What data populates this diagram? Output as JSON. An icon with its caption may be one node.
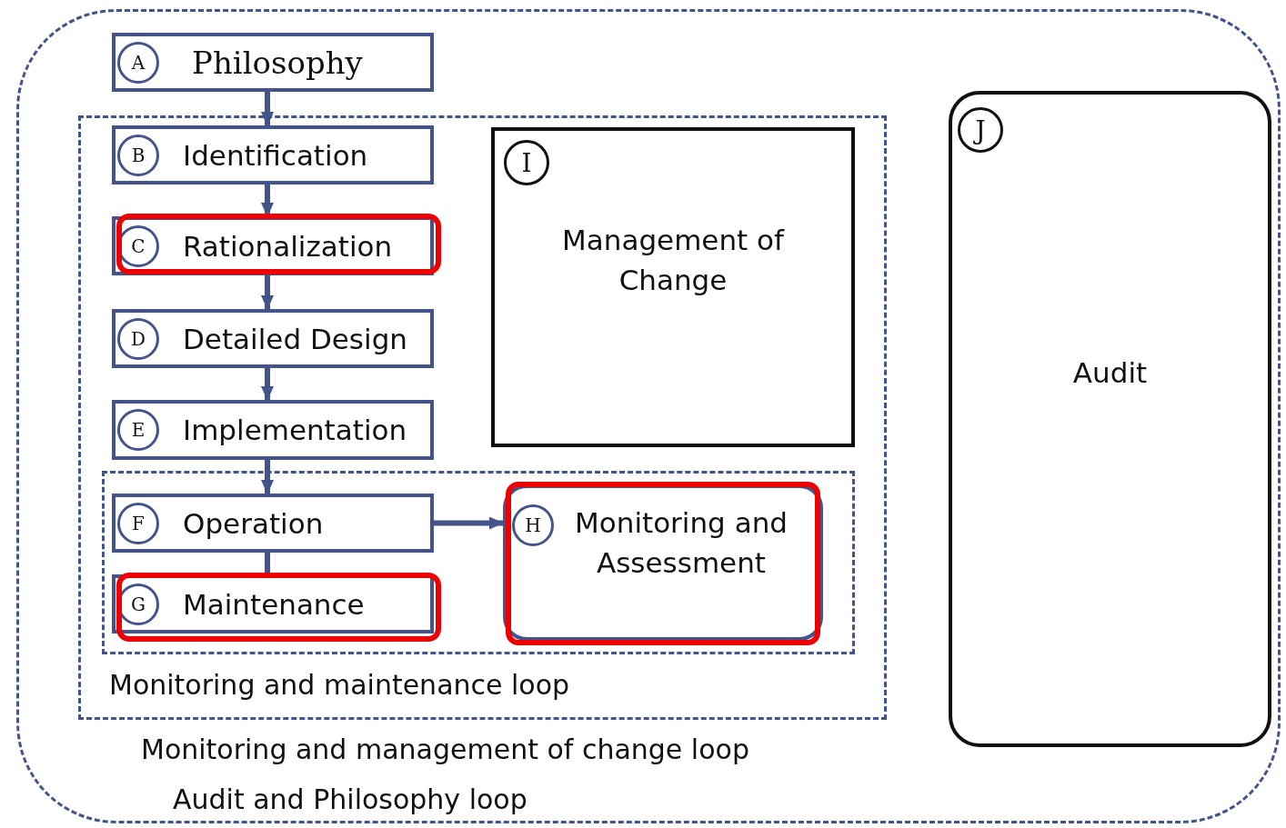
{
  "diagram": {
    "nodes": [
      {
        "text": [
          "Audit and Philosophy loop"
        ]
      },
      {
        "text": [
          "A",
          "Philosophy"
        ],
        "in": 0
      },
      {
        "text": [
          "Monitoring and management of change loop"
        ],
        "in": 0
      },
      {
        "text": [
          "B",
          "Identification"
        ],
        "in": 2
      },
      {
        "text": [
          "C",
          "Rationalization"
        ],
        "in": 2
      },
      {
        "text": [
          "I",
          "Management of Change"
        ],
        "in": 2
      },
      {
        "text": [
          "D",
          "Detailed Design"
        ],
        "in": 2
      },
      {
        "text": [
          "E",
          "Implementation"
        ],
        "in": 2
      },
      {
        "text": [
          "Monitoring and maintenance loop"
        ],
        "in": 2
      },
      {
        "text": [
          "F",
          "Operation"
        ],
        "in": 8
      },
      {
        "text": [
          "H",
          "Monitoring and Assessment"
        ],
        "in": 8
      },
      {
        "text": [
          "G",
          "Maintenance"
        ],
        "in": 8
      },
      {
        "text": [
          "J",
          "Audit"
        ],
        "in": 0
      }
    ],
    "edges": [
      {
        "from": 1,
        "to": 3,
        "arrow": "to"
      },
      {
        "from": 3,
        "to": 4,
        "arrow": "to"
      },
      {
        "from": 4,
        "to": 6,
        "arrow": "to"
      },
      {
        "from": 6,
        "to": 7,
        "arrow": "to"
      },
      {
        "from": 7,
        "to": 9,
        "arrow": "to"
      },
      {
        "from": 9,
        "to": 11,
        "arrow": "none"
      },
      {
        "from": 9,
        "to": 10,
        "arrow": "to"
      }
    ]
  }
}
